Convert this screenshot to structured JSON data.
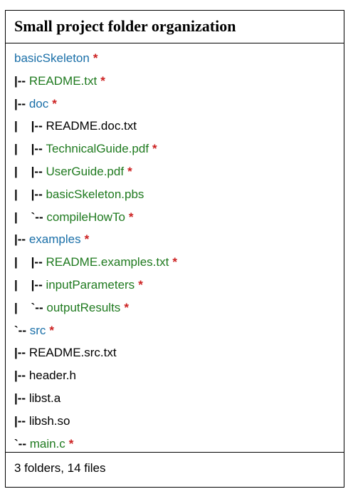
{
  "title": "Small project folder organization",
  "tree": [
    {
      "prefix": "",
      "name": "basicSkeleton",
      "kind": "folder",
      "starred": true
    },
    {
      "prefix": "|-- ",
      "name": "README.txt",
      "kind": "green",
      "starred": true
    },
    {
      "prefix": "|-- ",
      "name": "doc",
      "kind": "folder",
      "starred": true
    },
    {
      "prefix": "|    |-- ",
      "name": "README.doc.txt",
      "kind": "plain",
      "starred": false
    },
    {
      "prefix": "|    |-- ",
      "name": "TechnicalGuide.pdf",
      "kind": "green",
      "starred": true
    },
    {
      "prefix": "|    |-- ",
      "name": "UserGuide.pdf",
      "kind": "green",
      "starred": true
    },
    {
      "prefix": "|    |-- ",
      "name": "basicSkeleton.pbs",
      "kind": "green",
      "starred": false
    },
    {
      "prefix": "|    `-- ",
      "name": "compileHowTo",
      "kind": "green",
      "starred": true
    },
    {
      "prefix": "|-- ",
      "name": "examples",
      "kind": "folder",
      "starred": true
    },
    {
      "prefix": "|    |-- ",
      "name": "README.examples.txt",
      "kind": "green",
      "starred": true
    },
    {
      "prefix": "|    |-- ",
      "name": "inputParameters",
      "kind": "green",
      "starred": true
    },
    {
      "prefix": "|    `-- ",
      "name": "outputResults",
      "kind": "green",
      "starred": true
    },
    {
      "prefix": "`-- ",
      "name": "src",
      "kind": "folder",
      "starred": true
    },
    {
      "prefix": "|-- ",
      "name": "README.src.txt",
      "kind": "plain",
      "starred": false
    },
    {
      "prefix": "|-- ",
      "name": "header.h",
      "kind": "plain",
      "starred": false
    },
    {
      "prefix": "|-- ",
      "name": "libst.a",
      "kind": "plain",
      "starred": false
    },
    {
      "prefix": "|-- ",
      "name": "libsh.so",
      "kind": "plain",
      "starred": false
    },
    {
      "prefix": "`-- ",
      "name": "main.c",
      "kind": "green",
      "starred": true
    }
  ],
  "star": "*",
  "footer": "3 folders, 14 files",
  "colors": {
    "folder": "#1a6fa8",
    "green": "#1f7a1f",
    "plain": "#000000",
    "star": "#cc1f1f"
  }
}
